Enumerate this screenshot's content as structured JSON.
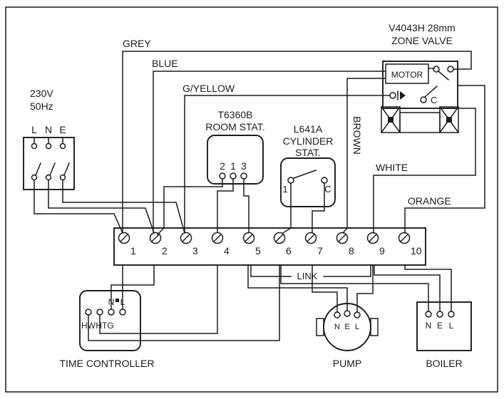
{
  "zone_valve": {
    "model": "V4043H 28mm",
    "name": "ZONE VALVE",
    "motor": "MOTOR",
    "terminal_c": "C"
  },
  "wire_labels": {
    "grey": "GREY",
    "blue": "BLUE",
    "g_yellow": "G/YELLOW",
    "brown": "BROWN",
    "white": "WHITE",
    "orange": "ORANGE"
  },
  "mains": {
    "voltage": "230V",
    "frequency": "50Hz",
    "terminals": [
      "L",
      "N",
      "E"
    ]
  },
  "room_stat": {
    "model": "T6360B",
    "name": "ROOM STAT.",
    "terminals": [
      "2",
      "1",
      "3"
    ]
  },
  "cylinder_stat": {
    "model": "L641A",
    "name_line1": "CYLINDER",
    "name_line2": "STAT.",
    "terminals": [
      "1",
      "C"
    ]
  },
  "junction_box": {
    "terminals": [
      "1",
      "2",
      "3",
      "4",
      "5",
      "6",
      "7",
      "8",
      "9",
      "10"
    ],
    "link": "LINK"
  },
  "time_controller": {
    "label": "TIME CONTROLLER",
    "terminal_n": "N",
    "terminal_l": "L",
    "terminal_hw": "HW",
    "terminal_htg": "HTG"
  },
  "pump": {
    "label": "PUMP",
    "terminals": [
      "N",
      "E",
      "L"
    ]
  },
  "boiler": {
    "label": "BOILER",
    "terminals": [
      "N",
      "E",
      "L"
    ]
  },
  "colors": {
    "ink": "#1c1c1c",
    "paper": "#ffffff"
  }
}
